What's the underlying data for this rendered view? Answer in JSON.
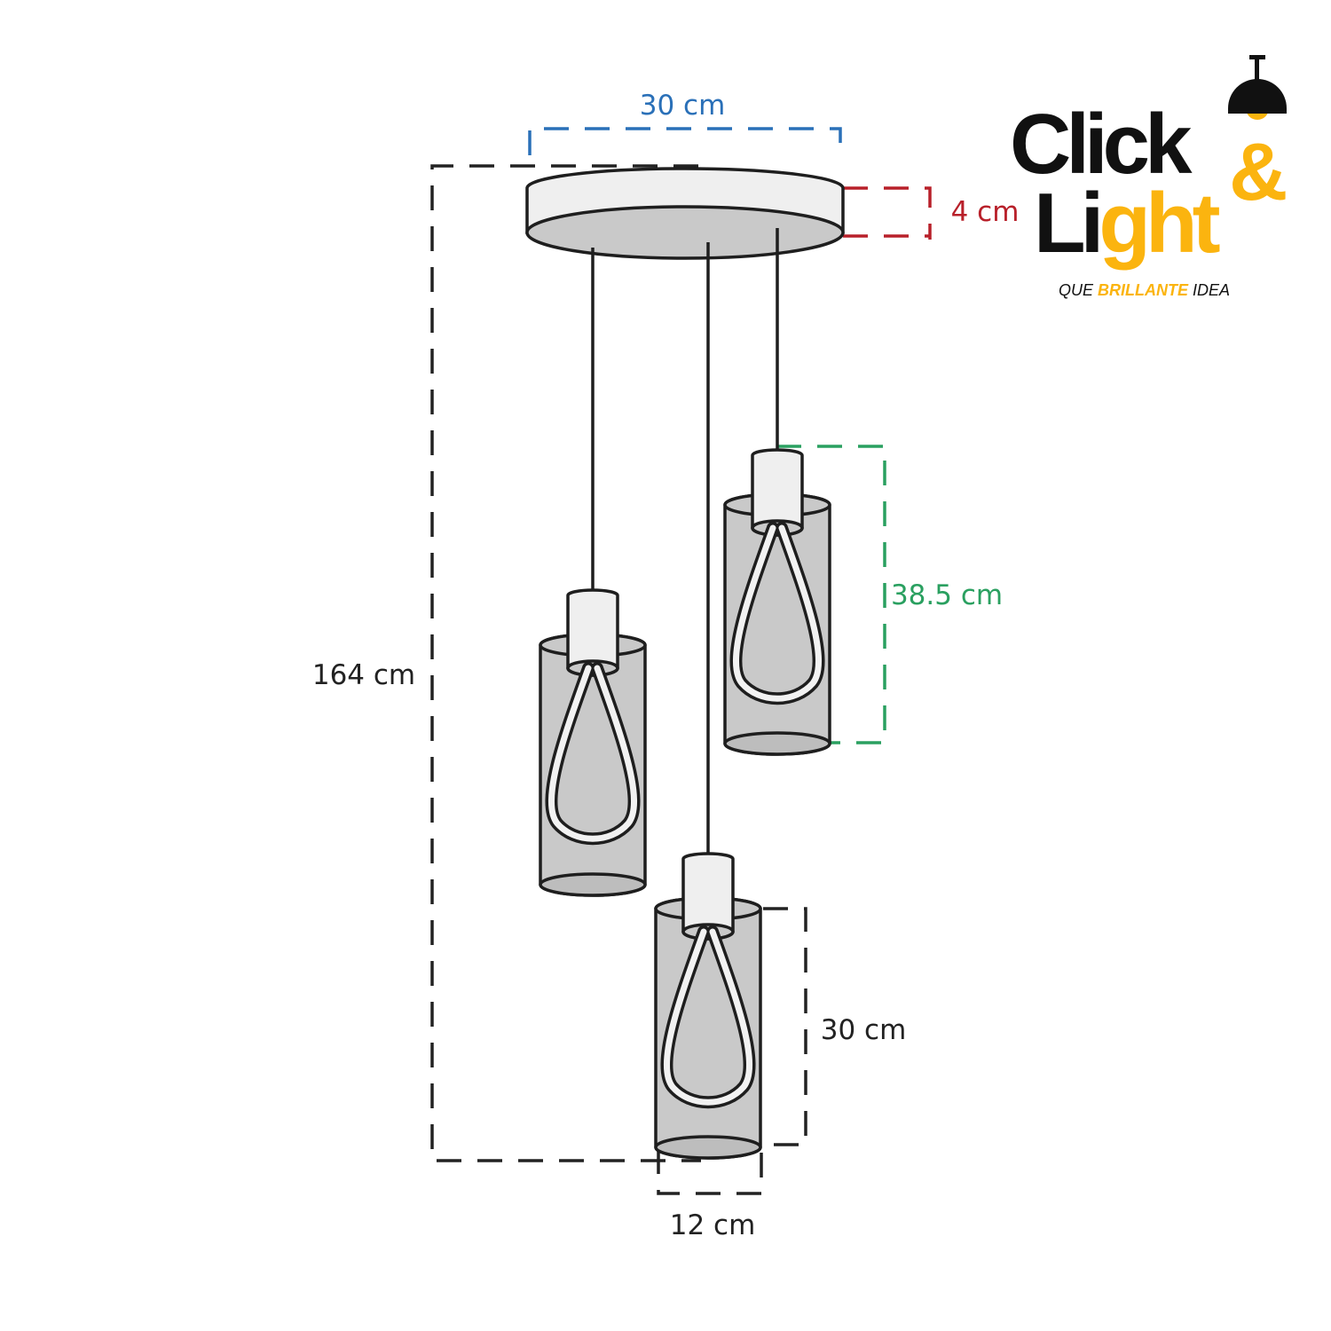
{
  "dimensions": {
    "canopy_width": {
      "label": "30 cm",
      "color": "#2a70b8"
    },
    "canopy_height": {
      "label": "4 cm",
      "color": "#b8202a"
    },
    "total_height": {
      "label": "164 cm",
      "color": "#222222"
    },
    "shade_height_with_socket": {
      "label": "38.5 cm",
      "color": "#2aa060"
    },
    "shade_height": {
      "label": "30 cm",
      "color": "#222222"
    },
    "shade_diameter": {
      "label": "12 cm",
      "color": "#222222"
    }
  },
  "logo": {
    "word1": "Click",
    "ampersand": "&",
    "word2a": "Li",
    "word2b": "ght",
    "tagline_a": "QUE",
    "tagline_b": "BRILLANTE",
    "tagline_c": "IDEA",
    "brand_yellow": "#fbb40f",
    "brand_black": "#111111"
  },
  "colors": {
    "glass": "#c9c9c9",
    "socket": "#efefef",
    "line": "#1e1e1e"
  }
}
